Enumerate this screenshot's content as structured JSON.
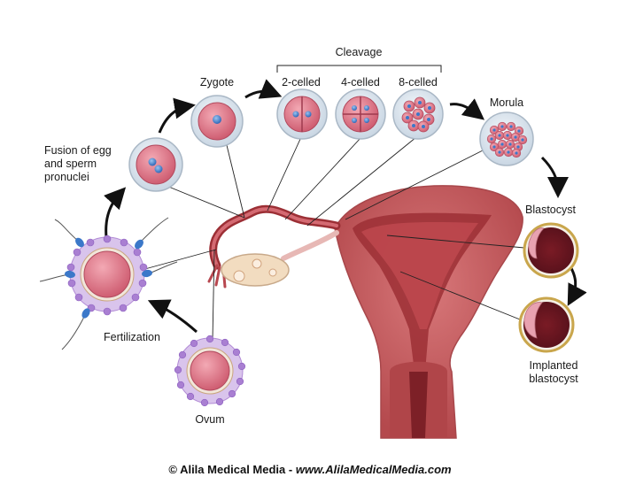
{
  "labels": {
    "cleavage": "Cleavage",
    "zygote": "Zygote",
    "two_celled": "2-celled",
    "four_celled": "4-celled",
    "eight_celled": "8-celled",
    "morula": "Morula",
    "fusion_line1": "Fusion of egg",
    "fusion_line2": "and sperm",
    "fusion_line3": "pronuclei",
    "blastocyst": "Blastocyst",
    "fertilization": "Fertilization",
    "implanted_line1": "Implanted",
    "implanted_line2": "blastocyst",
    "ovum": "Ovum"
  },
  "credit": {
    "prefix": "© Alila Medical Media - ",
    "url": "www.AlilaMedicalMedia.com"
  },
  "colors": {
    "uterus_wall": "#c2585a",
    "uterus_inner": "#9c2f35",
    "cell_pink": "#e27c8c",
    "bubble": "#dfe7ef",
    "nucleus_blue": "#3b78c9",
    "corona_purple": "#b28bd6",
    "ovary": "#f2dcc0"
  }
}
